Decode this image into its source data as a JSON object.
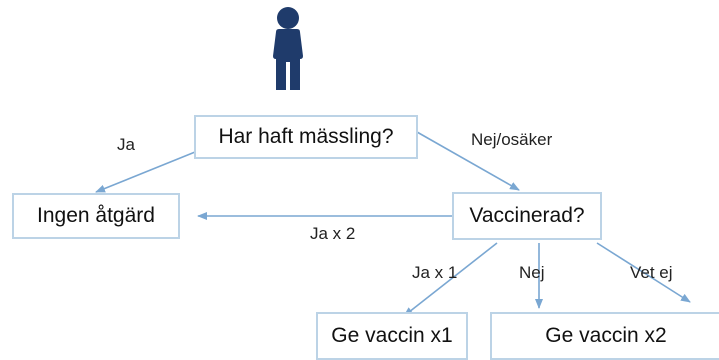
{
  "nodes": {
    "q_measles": "Har haft mässling?",
    "no_action": "Ingen åtgärd",
    "q_vaccinated": "Vaccinerad?",
    "give_x1": "Ge vaccin x1",
    "give_x2": "Ge vaccin x2"
  },
  "edges": {
    "ja": "Ja",
    "nej_osaker": "Nej/osäker",
    "ja_x2": "Ja x 2",
    "ja_x1": "Ja x 1",
    "nej": "Nej",
    "vet_ej": "Vet ej"
  },
  "colors": {
    "person": "#1f3b6b",
    "arrow": "#7aa7d2",
    "box_border": "#bcd3e6"
  },
  "icons": {
    "person": "person-icon"
  }
}
